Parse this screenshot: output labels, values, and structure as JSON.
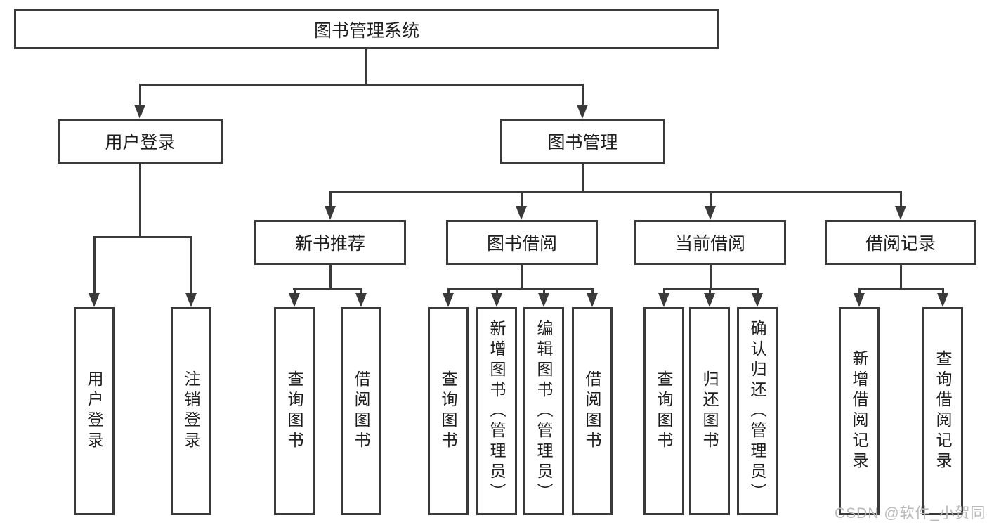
{
  "tree": {
    "root": {
      "label": "图书管理系统"
    },
    "branches": [
      {
        "label": "用户登录",
        "children": [
          {
            "label": "用户登录"
          },
          {
            "label": "注销登录"
          }
        ]
      },
      {
        "label": "图书管理",
        "children": [
          {
            "label": "新书推荐",
            "children": [
              {
                "label": "查询图书"
              },
              {
                "label": "借阅图书"
              }
            ]
          },
          {
            "label": "图书借阅",
            "children": [
              {
                "label": "查询图书"
              },
              {
                "label": "新增图书（管理员）"
              },
              {
                "label": "编辑图书（管理员）"
              },
              {
                "label": "借阅图书"
              }
            ]
          },
          {
            "label": "当前借阅",
            "children": [
              {
                "label": "查询图书"
              },
              {
                "label": "归还图书"
              },
              {
                "label": "确认归还（管理员）"
              }
            ]
          },
          {
            "label": "借阅记录",
            "children": [
              {
                "label": "新增借阅记录"
              },
              {
                "label": "查询借阅记录"
              }
            ]
          }
        ]
      }
    ]
  },
  "watermark": "CSDN @软件_小贺同学",
  "colors": {
    "line": "#3a3a3a",
    "text": "#1e1e1e",
    "watermark": "#b9b9b9",
    "background": "#ffffff"
  }
}
